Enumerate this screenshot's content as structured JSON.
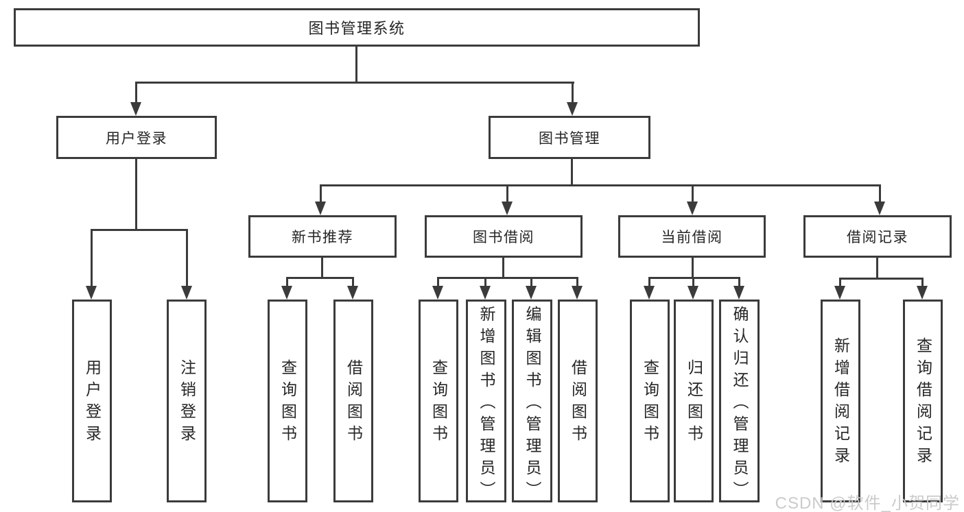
{
  "diagram": {
    "root": {
      "label": "图书管理系统"
    },
    "branches": [
      {
        "label": "用户登录",
        "children": [
          {
            "label": "用户登录"
          },
          {
            "label": "注销登录"
          }
        ]
      },
      {
        "label": "图书管理",
        "children": [
          {
            "label": "新书推荐",
            "children": [
              {
                "label": "查询图书"
              },
              {
                "label": "借阅图书"
              }
            ]
          },
          {
            "label": "图书借阅",
            "children": [
              {
                "label": "查询图书"
              },
              {
                "label": "新增图书（管理员）"
              },
              {
                "label": "编辑图书（管理员）"
              },
              {
                "label": "借阅图书"
              }
            ]
          },
          {
            "label": "当前借阅",
            "children": [
              {
                "label": "查询图书"
              },
              {
                "label": "归还图书"
              },
              {
                "label": "确认归还（管理员）"
              }
            ]
          },
          {
            "label": "借阅记录",
            "children": [
              {
                "label": "新增借阅记录"
              },
              {
                "label": "查询借阅记录"
              }
            ]
          }
        ]
      }
    ]
  },
  "watermark": {
    "text": "CSDN @软件_小贺同学"
  },
  "colors": {
    "line": "#3b3b3b",
    "text": "#262626",
    "watermark": "#cbcbcb",
    "background": "#ffffff"
  }
}
